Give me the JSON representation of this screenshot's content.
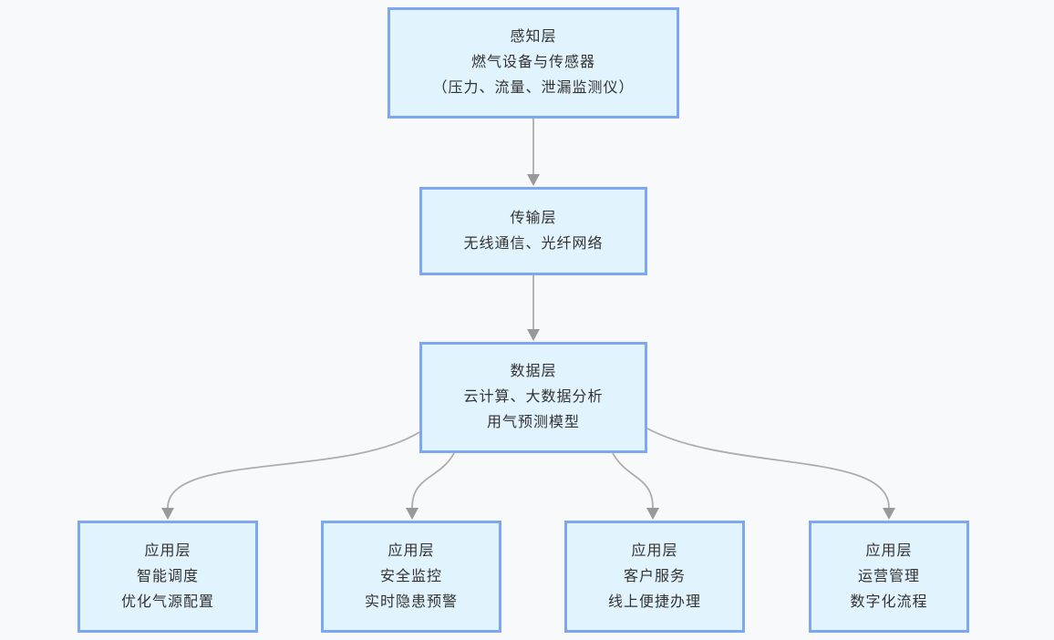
{
  "diagram": {
    "nodes": {
      "perception": {
        "lines": [
          "感知层",
          "燃气设备与传感器",
          "（压力、流量、泄漏监测仪）"
        ]
      },
      "transmission": {
        "lines": [
          "传输层",
          "无线通信、光纤网络"
        ]
      },
      "data": {
        "lines": [
          "数据层",
          "云计算、大数据分析",
          "用气预测模型"
        ]
      },
      "app_dispatch": {
        "lines": [
          "应用层",
          "智能调度",
          "优化气源配置"
        ]
      },
      "app_safety": {
        "lines": [
          "应用层",
          "安全监控",
          "实时隐患预警"
        ]
      },
      "app_customer": {
        "lines": [
          "应用层",
          "客户服务",
          "线上便捷办理"
        ]
      },
      "app_operation": {
        "lines": [
          "应用层",
          "运营管理",
          "数字化流程"
        ]
      }
    },
    "edges": [
      {
        "from": "perception",
        "to": "transmission"
      },
      {
        "from": "transmission",
        "to": "data"
      },
      {
        "from": "data",
        "to": "app_dispatch"
      },
      {
        "from": "data",
        "to": "app_safety"
      },
      {
        "from": "data",
        "to": "app_customer"
      },
      {
        "from": "data",
        "to": "app_operation"
      }
    ],
    "colors": {
      "background": "#f7f9fb",
      "node_fill": "#e1f3fd",
      "node_border": "#7da7f0",
      "connector_line": "#adadad",
      "arrowhead": "#999999",
      "text": "#333333"
    }
  }
}
